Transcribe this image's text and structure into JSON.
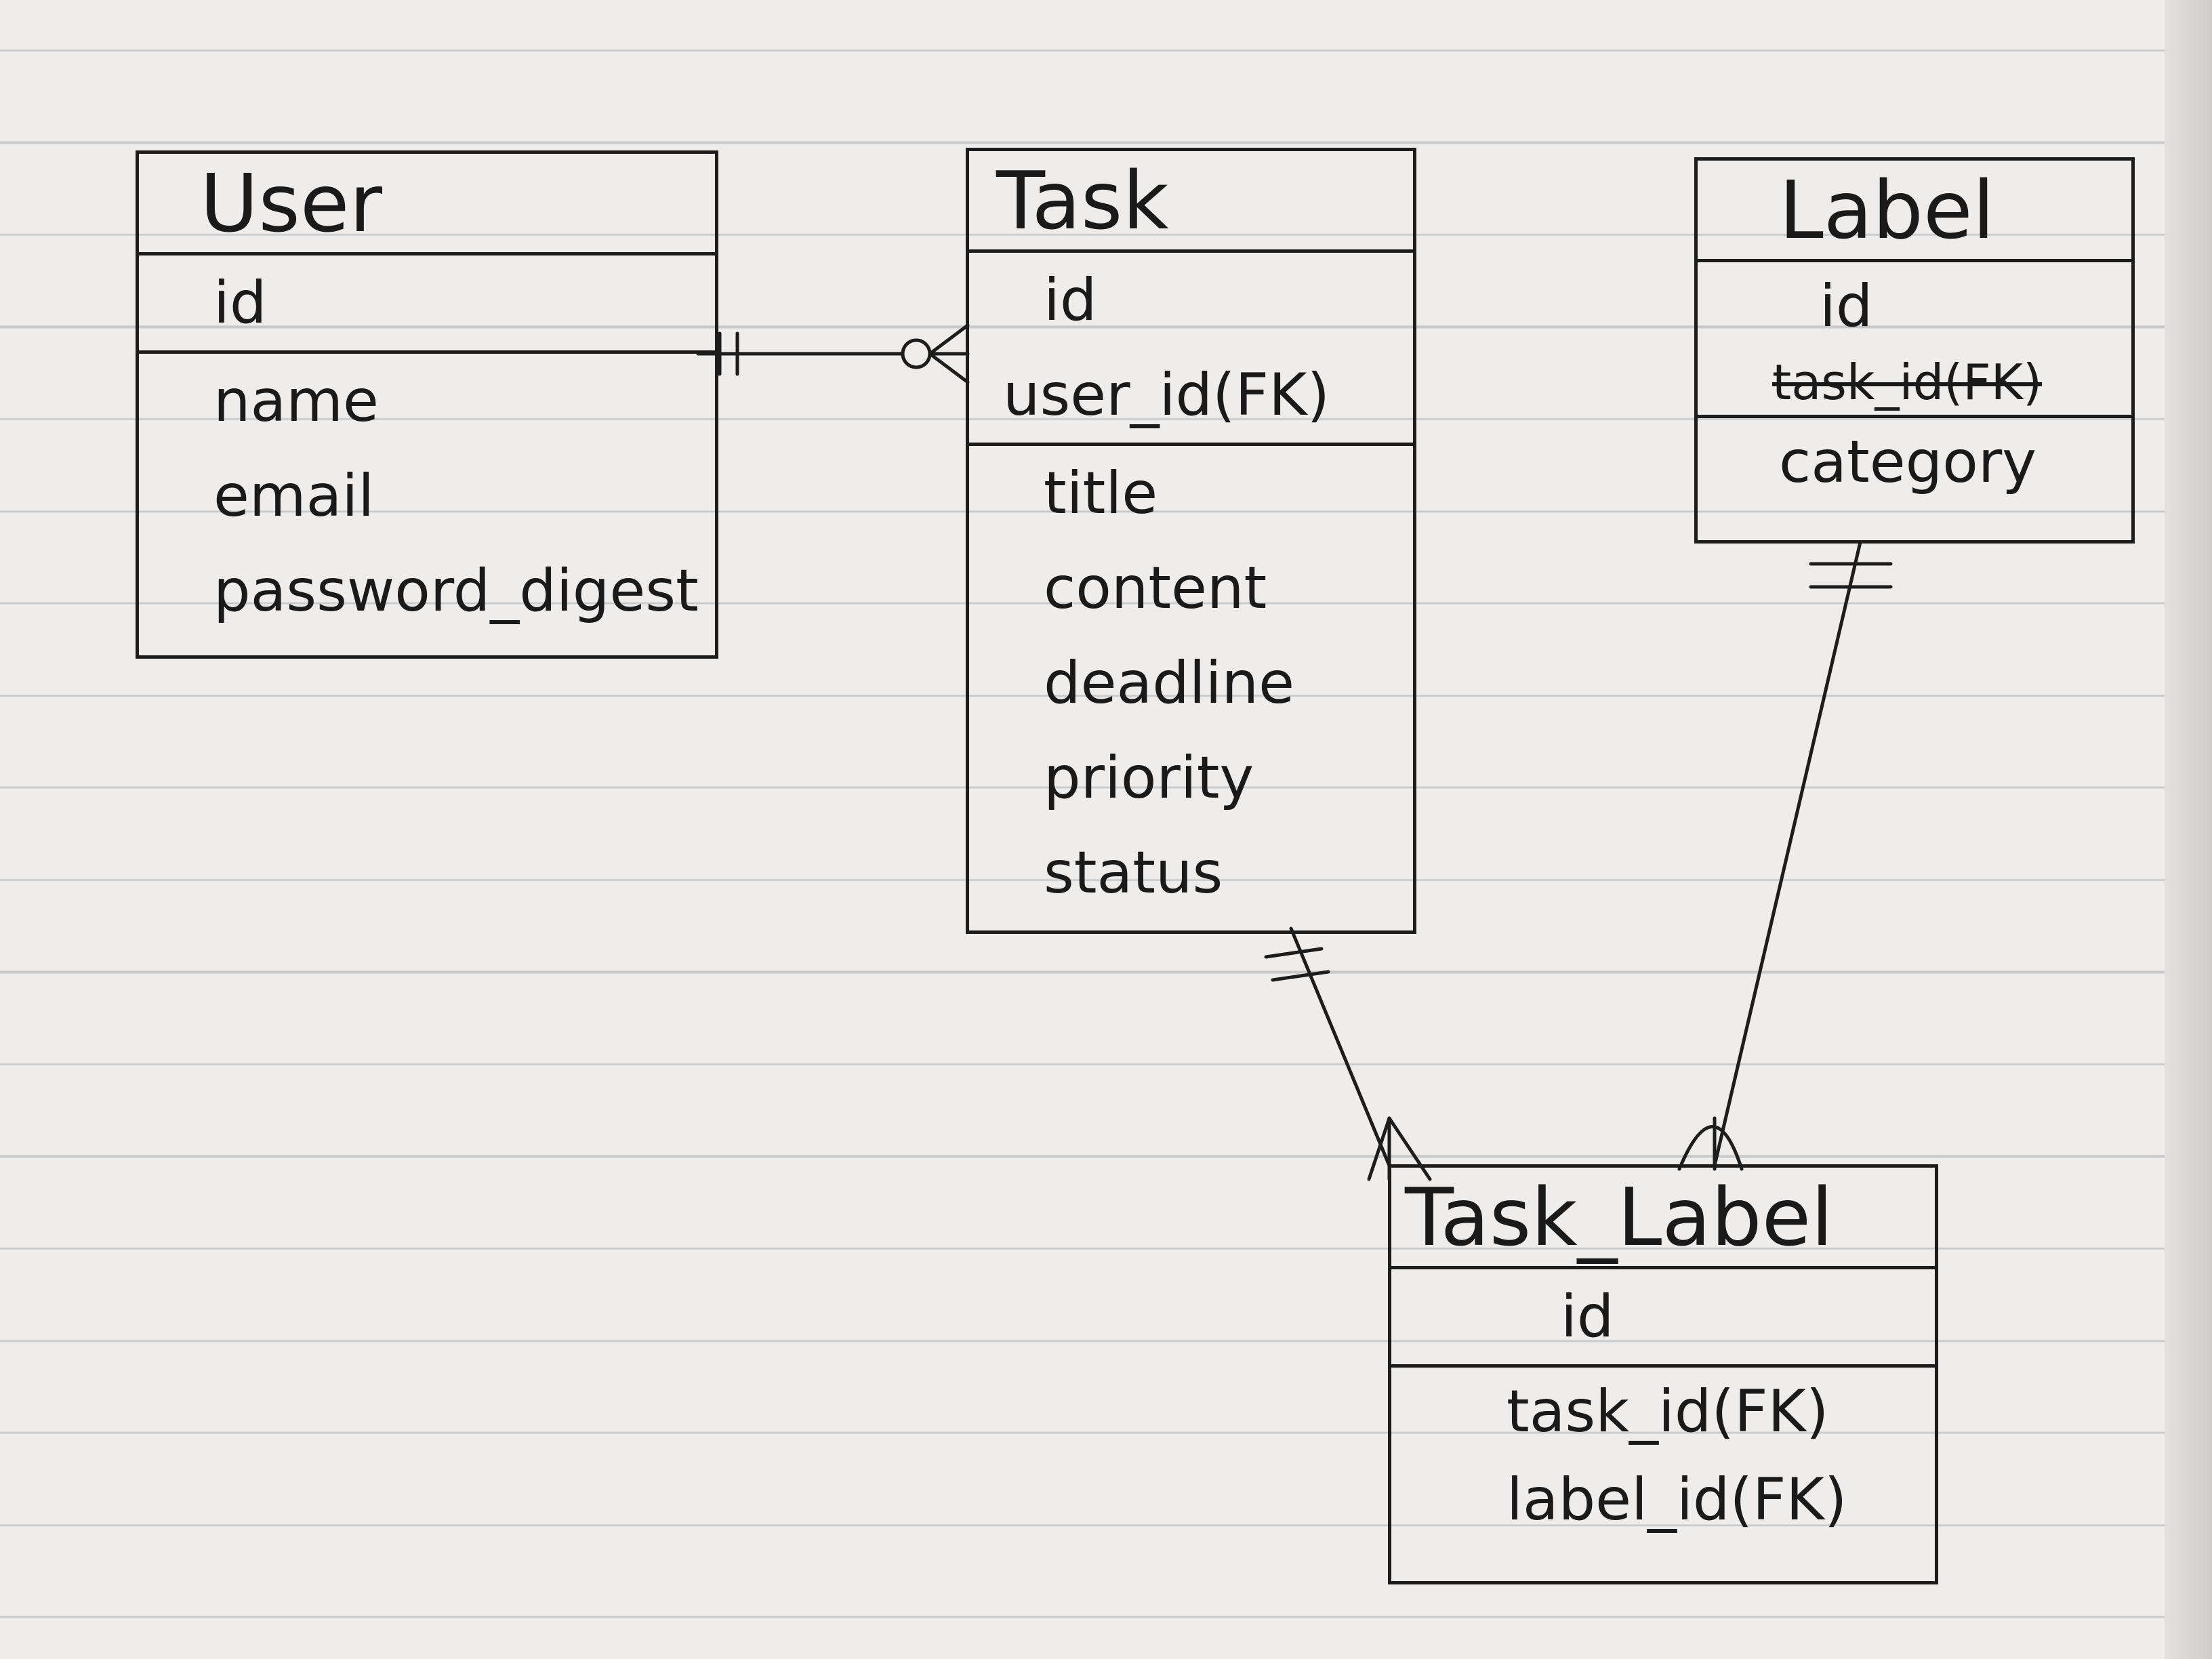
{
  "entities": {
    "user": {
      "title": "User",
      "primary_key": "id",
      "attributes": [
        "name",
        "email",
        "password_digest"
      ]
    },
    "task": {
      "title": "Task",
      "primary_key": "id",
      "foreign_key": "user_id(FK)",
      "attributes": [
        "title",
        "content",
        "deadline",
        "priority",
        "status"
      ]
    },
    "label": {
      "title": "Label",
      "primary_key": "id",
      "struck_foreign_key": "task_id(FK)",
      "attributes": [
        "category"
      ]
    },
    "task_label": {
      "title": "Task_Label",
      "primary_key": "id",
      "attributes": [
        "task_id(FK)",
        "label_id(FK)"
      ]
    }
  },
  "relationships": [
    {
      "from": "User",
      "from_cardinality": "one-and-only-one",
      "to": "Task",
      "to_cardinality": "zero-or-many"
    },
    {
      "from": "Task",
      "from_cardinality": "one-and-only-one",
      "to": "Task_Label",
      "to_cardinality": "one-or-many"
    },
    {
      "from": "Label",
      "from_cardinality": "one-and-only-one",
      "to": "Task_Label",
      "to_cardinality": "one-or-many"
    }
  ],
  "colors": {
    "ink": "#1d1d1d",
    "paper": "#eeedec",
    "rule_line": "#c9c9c9"
  }
}
